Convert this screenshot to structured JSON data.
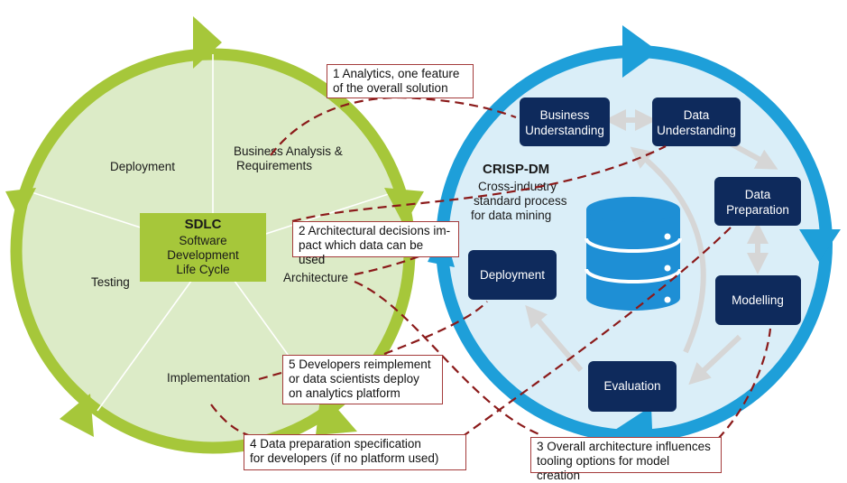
{
  "colors": {
    "sdlc_ring": "#a6c73a",
    "sdlc_fill": "#dcebc7",
    "sdlc_box": "#a6c73a",
    "crisp_ring": "#1e9fd9",
    "crisp_fill": "#daeef8",
    "node_fill": "#0e2a5c",
    "callout_border": "#a43b3b",
    "dash_line": "#8b1a1a",
    "db_blue": "#1e8fd5",
    "arrow_gray": "#d6d6d6"
  },
  "sdlc": {
    "title": "SDLC",
    "subtitle_lines": [
      "Software",
      "Development",
      "Life Cycle"
    ],
    "phases": {
      "deployment": "Deployment",
      "business_line1": "Business Analysis &",
      "business_line2": "Requirements",
      "architecture": "Architecture",
      "implementation": "Implementation",
      "testing": "Testing"
    }
  },
  "crisp": {
    "title": "CRISP-DM",
    "desc_lines": [
      "Cross-industry",
      "standard process",
      "for data mining"
    ],
    "nodes": {
      "business": [
        "Business",
        "Understanding"
      ],
      "data_understanding": [
        "Data",
        "Understanding"
      ],
      "data_preparation": [
        "Data",
        "Preparation"
      ],
      "modelling": [
        "Modelling"
      ],
      "evaluation": [
        "Evaluation"
      ],
      "deployment": [
        "Deployment"
      ]
    }
  },
  "callouts": {
    "c1": "1 Analytics, one feature\nof the overall solution",
    "c2": "2 Architectural decisions im-\npact which data can be used",
    "c3": "3 Overall architecture influences\ntooling options for model creation",
    "c4": "4 Data preparation specification\nfor developers (if no platform used)",
    "c5": "5 Developers reimplement\nor data scientists deploy\non analytics platform"
  }
}
